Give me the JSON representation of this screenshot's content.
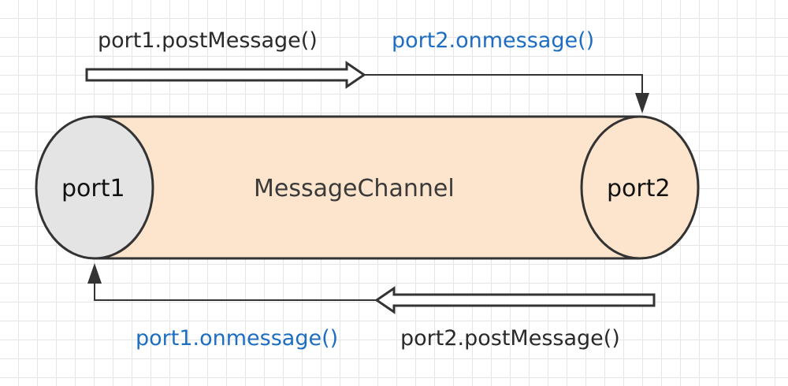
{
  "diagram": {
    "port1_label": "port1",
    "port2_label": "port2",
    "channel_label": "MessageChannel",
    "port1_post": "port1.postMessage()",
    "port2_on": "port2.onmessage()",
    "port1_on": "port1.onmessage()",
    "port2_post": "port2.postMessage()"
  },
  "colors": {
    "channel_fill": "#fde4cc",
    "port1_fill": "#e4e4e4",
    "outline": "#333333",
    "method_blue": "#1d6ec3",
    "method_dark": "#2a2a2a"
  }
}
